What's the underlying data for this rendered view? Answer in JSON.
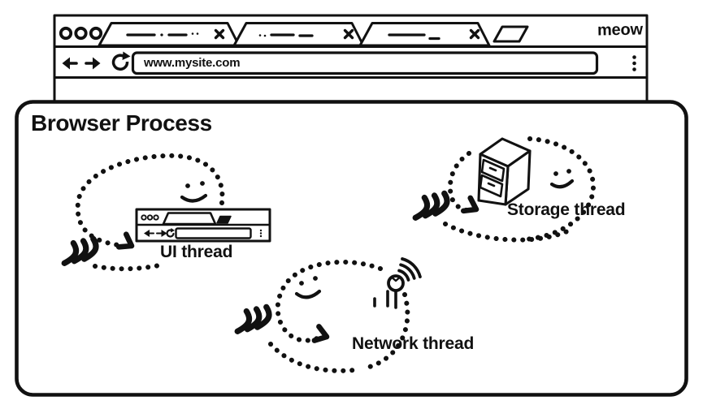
{
  "browser_window": {
    "url": "www.mysite.com",
    "brand": "meow",
    "tabs": [
      {
        "name": "tab-1",
        "title_style": "scribble",
        "close": "x"
      },
      {
        "name": "tab-2",
        "title_style": "scribble",
        "close": "x"
      },
      {
        "name": "tab-3",
        "title_style": "scribble",
        "close": "x"
      }
    ],
    "icons": {
      "traffic_lights": "three-circle-buttons",
      "new_tab": "parallelogram",
      "back": "left-arrow",
      "forward": "right-arrow",
      "reload": "circular-arrow",
      "menu": "kebab-dots"
    }
  },
  "diagram": {
    "title": "Browser Process",
    "threads": [
      {
        "label": "UI thread",
        "icon": "mini-browser-icon"
      },
      {
        "label": "Network thread",
        "icon": "antenna-icon"
      },
      {
        "label": "Storage thread",
        "icon": "file-cabinet-icon"
      }
    ],
    "decorations": {
      "loop": "dotted-ellipse-with-arrow",
      "speed_marks": "triple-chevron",
      "face": "smiley"
    }
  },
  "colors": {
    "ink": "#111111",
    "paper": "#ffffff"
  }
}
